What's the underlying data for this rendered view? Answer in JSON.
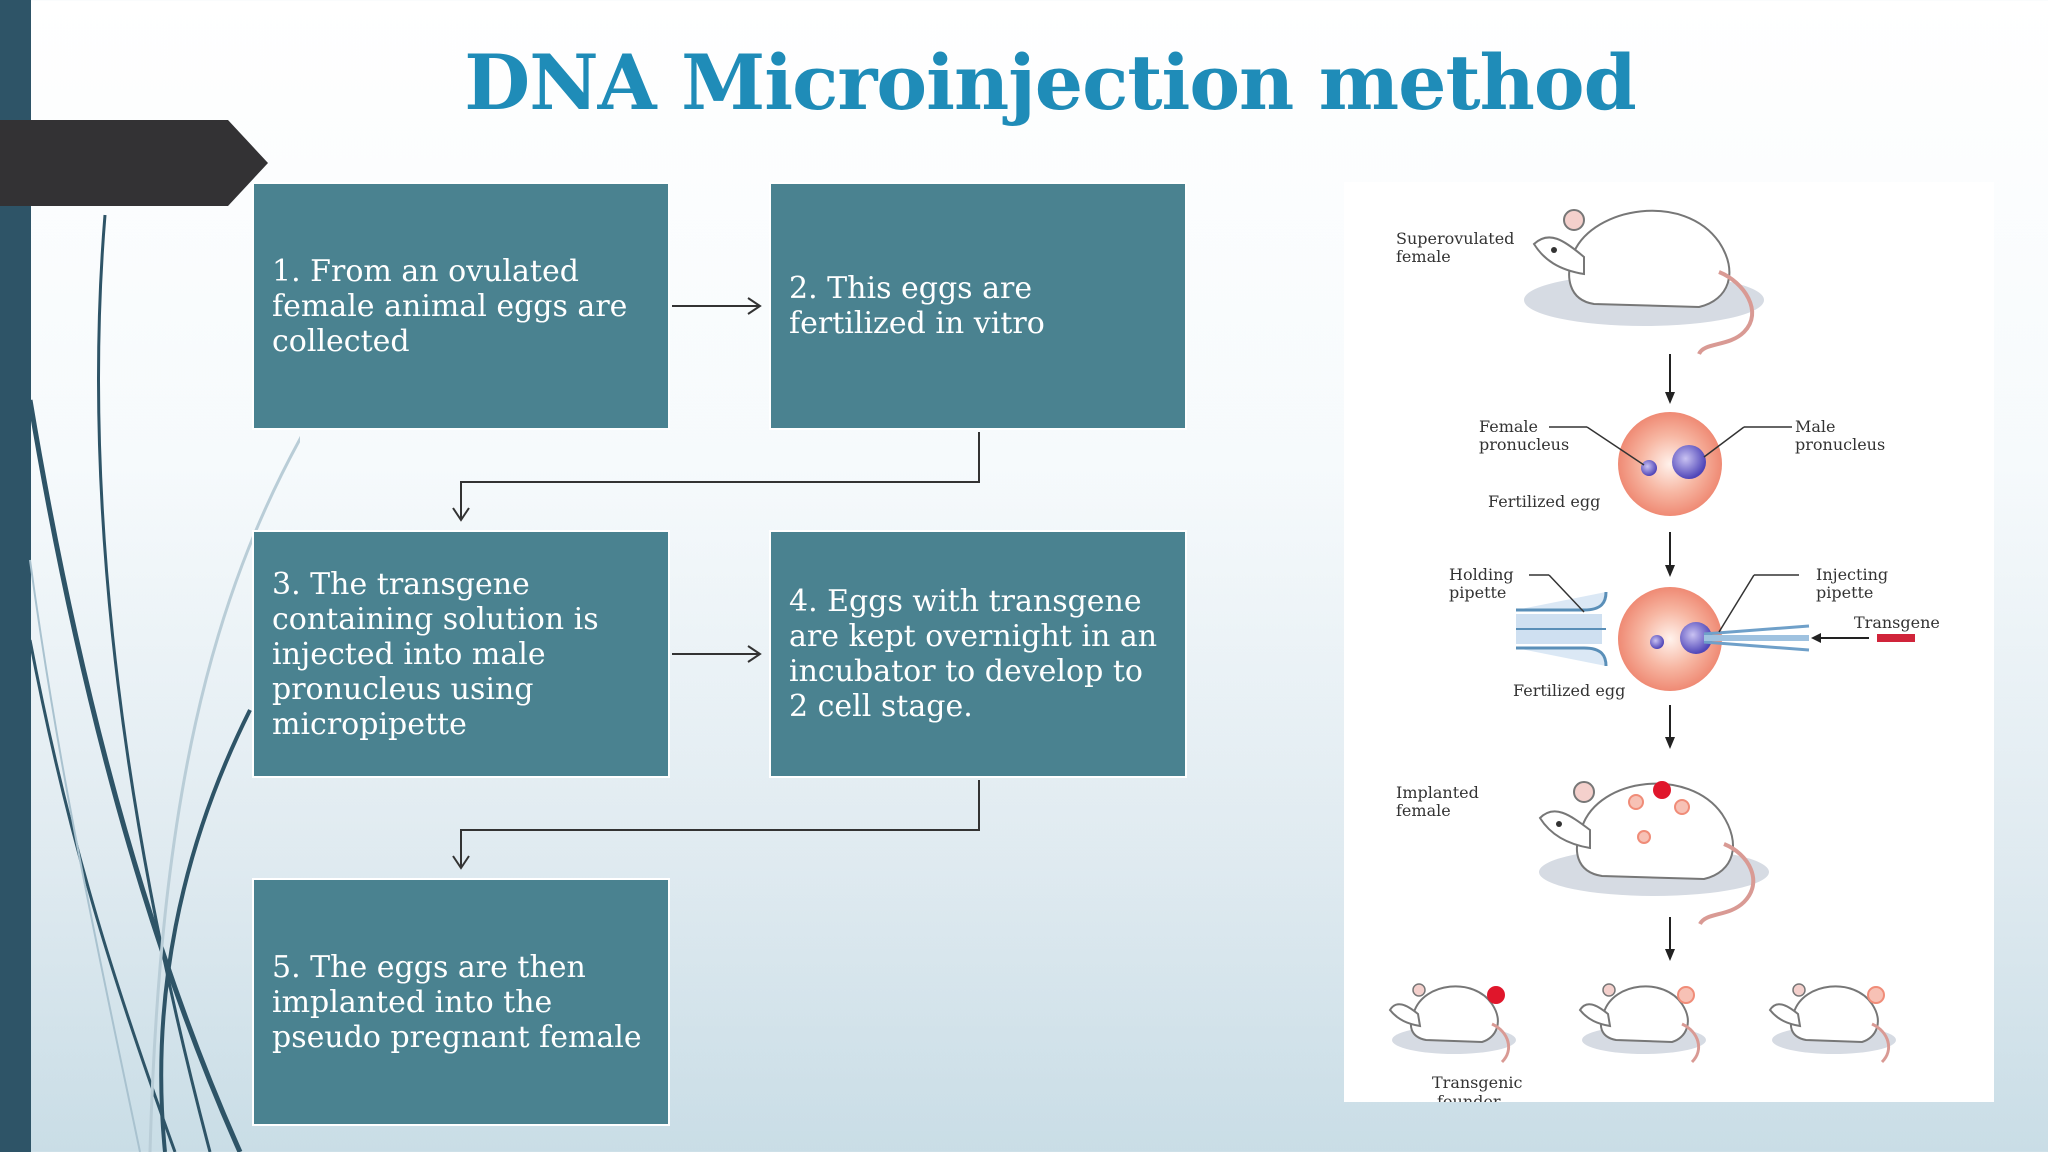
{
  "slide": {
    "title": "DNA Microinjection method",
    "title_color": "#1f8cb8",
    "accent_color": "#2e5467",
    "box_color": "#4a8290"
  },
  "steps": [
    {
      "text": "1. From an ovulated female animal eggs are collected"
    },
    {
      "text": "2. This eggs are fertilized in vitro"
    },
    {
      "text": "3. The transgene containing solution is injected into male pronucleus using micropipette"
    },
    {
      "text": "4. Eggs with transgene are kept overnight in an incubator to develop to 2 cell stage."
    },
    {
      "text": "5. The eggs are then implanted into the pseudo pregnant female"
    }
  ],
  "figure": {
    "superovulated": [
      "Superovulated",
      "female"
    ],
    "female_pronucleus": [
      "Female",
      "pronucleus"
    ],
    "male_pronucleus": [
      "Male",
      "pronucleus"
    ],
    "fertilized_egg_1": "Fertilized egg",
    "holding_pipette": [
      "Holding",
      "pipette"
    ],
    "injecting_pipette": [
      "Injecting",
      "pipette"
    ],
    "transgene": "Transgene",
    "fertilized_egg_2": "Fertilized egg",
    "implanted": [
      "Implanted",
      "female"
    ],
    "transgenic_founder": [
      "Transgenic",
      "founder"
    ]
  }
}
